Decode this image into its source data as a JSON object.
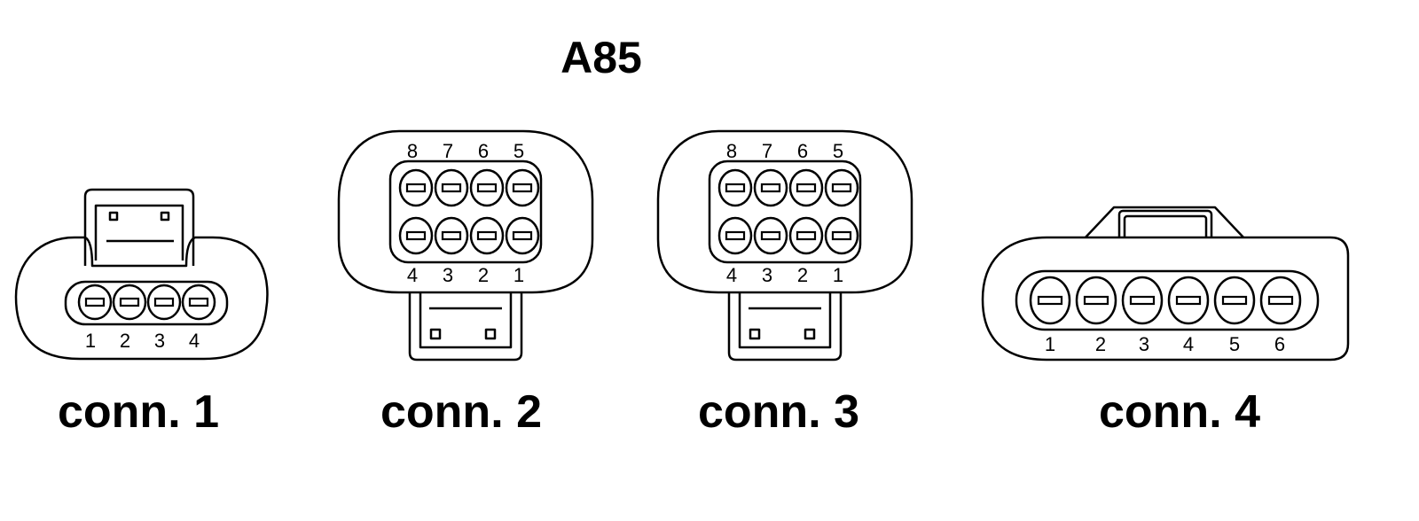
{
  "title": "A85",
  "connectors": [
    {
      "id": "conn1",
      "label": "conn. 1",
      "pins_bottom": [
        "1",
        "2",
        "3",
        "4"
      ]
    },
    {
      "id": "conn2",
      "label": "conn. 2",
      "pins_top": [
        "8",
        "7",
        "6",
        "5"
      ],
      "pins_bottom": [
        "4",
        "3",
        "2",
        "1"
      ]
    },
    {
      "id": "conn3",
      "label": "conn. 3",
      "pins_top": [
        "8",
        "7",
        "6",
        "5"
      ],
      "pins_bottom": [
        "4",
        "3",
        "2",
        "1"
      ]
    },
    {
      "id": "conn4",
      "label": "conn. 4",
      "pins_bottom": [
        "1",
        "2",
        "3",
        "4",
        "5",
        "6"
      ]
    }
  ]
}
